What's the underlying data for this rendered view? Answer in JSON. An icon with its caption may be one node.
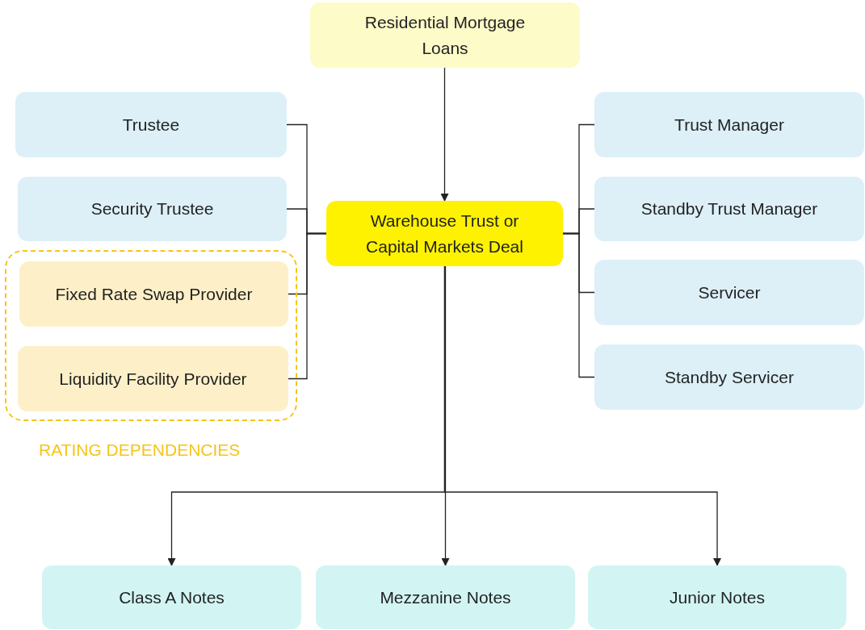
{
  "diagram": {
    "nodes": [
      {
        "text": [
          "Residential Mortgage Loans"
        ]
      },
      {
        "text": [
          "Trustee"
        ]
      },
      {
        "text": [
          "Security Trustee"
        ]
      },
      {
        "text": [
          "RATING DEPENDENCIES"
        ]
      },
      {
        "text": [
          "Fixed Rate Swap Provider"
        ],
        "in": 3
      },
      {
        "text": [
          "Liquidity Facility Provider"
        ],
        "in": 3
      },
      {
        "text": [
          "Warehouse Trust or Capital Markets Deal"
        ]
      },
      {
        "text": [
          "Trust Manager"
        ]
      },
      {
        "text": [
          "Standby Trust Manager"
        ]
      },
      {
        "text": [
          "Servicer"
        ]
      },
      {
        "text": [
          "Standby Servicer"
        ]
      },
      {
        "text": [
          "Class A Notes"
        ]
      },
      {
        "text": [
          "Mezzanine Notes"
        ]
      },
      {
        "text": [
          "Junior Notes"
        ]
      }
    ],
    "edges": [
      {
        "from": 0,
        "to": 6,
        "arrow": "to"
      },
      {
        "from": 1,
        "to": 6,
        "arrow": "none"
      },
      {
        "from": 2,
        "to": 6,
        "arrow": "none"
      },
      {
        "from": 4,
        "to": 6,
        "arrow": "none"
      },
      {
        "from": 5,
        "to": 6,
        "arrow": "none"
      },
      {
        "from": 7,
        "to": 6,
        "arrow": "none"
      },
      {
        "from": 8,
        "to": 6,
        "arrow": "none"
      },
      {
        "from": 9,
        "to": 6,
        "arrow": "none"
      },
      {
        "from": 10,
        "to": 6,
        "arrow": "none"
      },
      {
        "from": 6,
        "to": 11,
        "arrow": "to"
      },
      {
        "from": 6,
        "to": 12,
        "arrow": "to"
      },
      {
        "from": 6,
        "to": 13,
        "arrow": "to"
      }
    ]
  }
}
